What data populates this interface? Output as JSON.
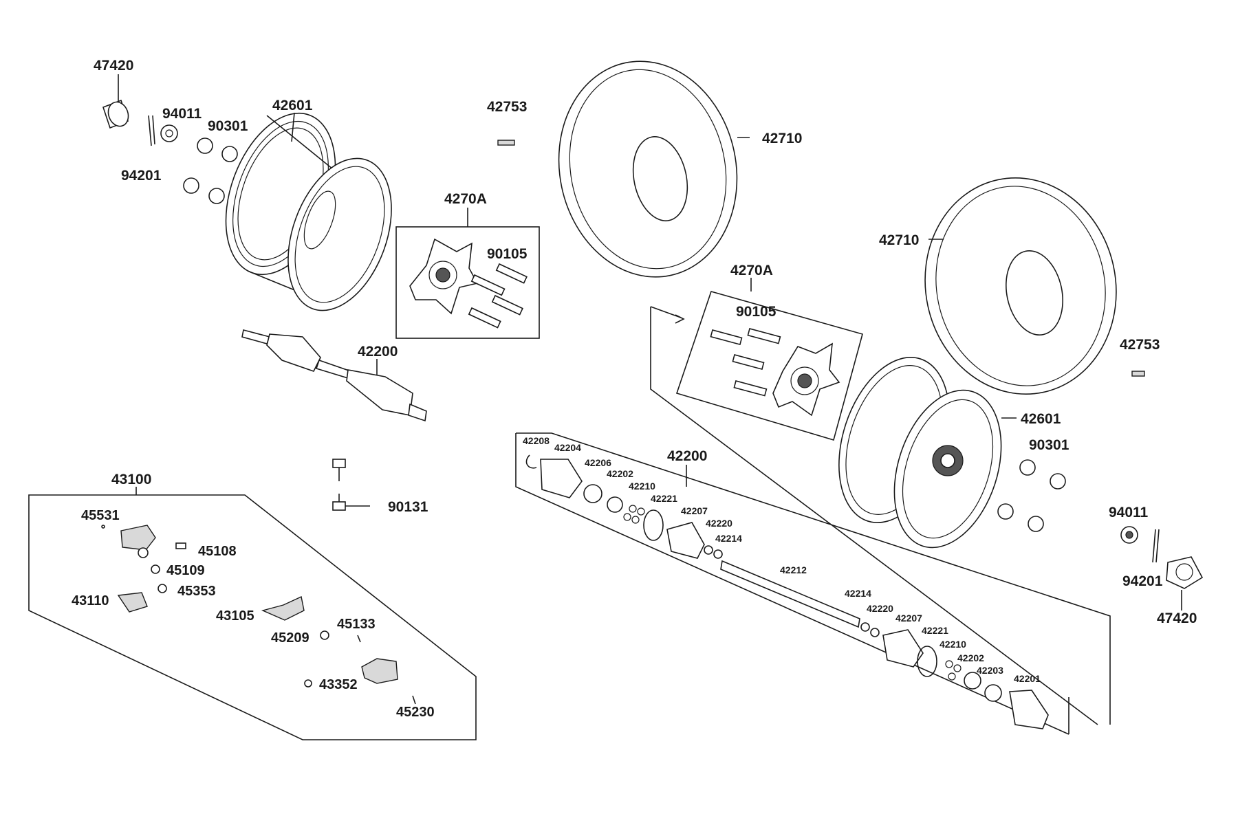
{
  "labels": {
    "l47420a": "47420",
    "l94011a": "94011",
    "l90301a": "90301",
    "l94201a": "94201",
    "l42601a": "42601",
    "l42753a": "42753",
    "l42710a": "42710",
    "l4270Aa": "4270A",
    "l90105a": "90105",
    "l42200a": "42200",
    "l42710b": "42710",
    "l4270Ab": "4270A",
    "l90105b": "90105",
    "l42753b": "42753",
    "l42601b": "42601",
    "l90301b": "90301",
    "l94011b": "94011",
    "l94201b": "94201",
    "l47420b": "47420",
    "l42200b": "42200",
    "l90131": "90131",
    "l43100": "43100",
    "l45531": "45531",
    "l45108": "45108",
    "l45109": "45109",
    "l45353": "45353",
    "l43110": "43110",
    "l43105": "43105",
    "l45133": "45133",
    "l45209": "45209",
    "l43352": "43352",
    "l45230": "45230",
    "s42208": "42208",
    "s42204": "42204",
    "s42206": "42206",
    "s42202a": "42202",
    "s42210a": "42210",
    "s42221a": "42221",
    "s42207a": "42207",
    "s42220a": "42220",
    "s42214a": "42214",
    "s42212": "42212",
    "s42214b": "42214",
    "s42220b": "42220",
    "s42207b": "42207",
    "s42221b": "42221",
    "s42210b": "42210",
    "s42202b": "42202",
    "s42203": "42203",
    "s42201": "42201"
  }
}
